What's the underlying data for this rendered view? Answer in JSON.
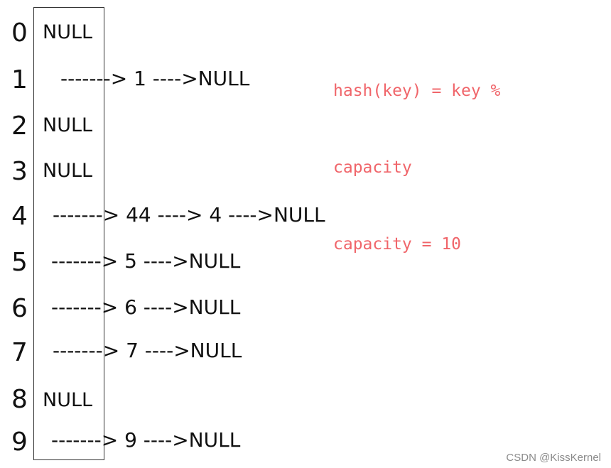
{
  "diagram": {
    "buckets": [
      {
        "index": "0",
        "inside": "NULL",
        "chain": ""
      },
      {
        "index": "1",
        "inside": "",
        "chain": "-------> 1 ---->NULL"
      },
      {
        "index": "2",
        "inside": "NULL",
        "chain": ""
      },
      {
        "index": "3",
        "inside": "NULL",
        "chain": ""
      },
      {
        "index": "4",
        "inside": "",
        "chain": "-------> 44 ----> 4 ---->NULL"
      },
      {
        "index": "5",
        "inside": "",
        "chain": "-------> 5 ---->NULL"
      },
      {
        "index": "6",
        "inside": "",
        "chain": "-------> 6 ---->NULL"
      },
      {
        "index": "7",
        "inside": "",
        "chain": "-------> 7 ---->NULL"
      },
      {
        "index": "8",
        "inside": "NULL",
        "chain": ""
      },
      {
        "index": "9",
        "inside": "",
        "chain": "-------> 9 ---->NULL"
      }
    ],
    "formula": {
      "line1": "hash(key) = key %",
      "line2": "capacity",
      "line3": "capacity = 10"
    },
    "formula_color": "#f0656a"
  },
  "watermark": "CSDN @KissKernel"
}
